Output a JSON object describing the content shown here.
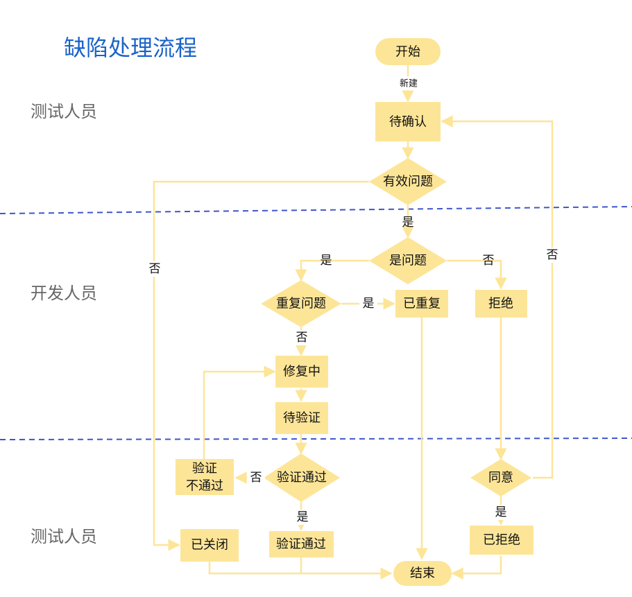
{
  "title": "缺陷处理流程",
  "lanes": {
    "tester_top": "测试人员",
    "developer": "开发人员",
    "tester_bottom": "测试人员"
  },
  "colors": {
    "node_fill": "#fde598",
    "line": "#fde598",
    "divider": "#3d55c9",
    "title": "#1a63c9"
  },
  "nodes": {
    "start": "开始",
    "pending_confirm": "待确认",
    "valid_issue": "有效问题",
    "is_issue": "是问题",
    "duplicate_issue": "重复问题",
    "duplicated": "已重复",
    "reject": "拒绝",
    "fixing": "修复中",
    "pending_verify": "待验证",
    "verify_pass_decision": "验证通过",
    "verify_fail_line1": "验证",
    "verify_fail_line2": "不通过",
    "agree": "同意",
    "closed": "已关闭",
    "verified": "验证通过",
    "rejected": "已拒绝",
    "end": "结束"
  },
  "edges": {
    "create": "新建",
    "valid_yes": "是",
    "valid_no": "否",
    "is_issue_yes": "是",
    "is_issue_no": "否",
    "dup_yes": "是",
    "dup_no": "否",
    "verify_no": "否",
    "verify_yes": "是",
    "agree_no": "否",
    "agree_yes": "是"
  }
}
